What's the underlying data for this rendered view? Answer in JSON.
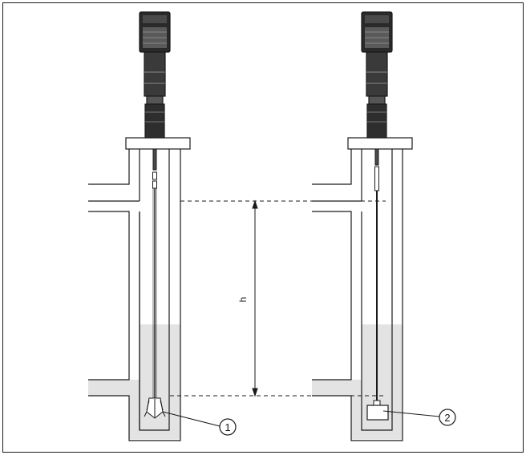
{
  "labels": {
    "height": "h",
    "callout_1": "1",
    "callout_2": "2"
  },
  "colors": {
    "line": "#1a1a1a",
    "medium_fill": "#e3e3e3",
    "sensor_head": "#2a2a2a",
    "background": "#ffffff"
  }
}
